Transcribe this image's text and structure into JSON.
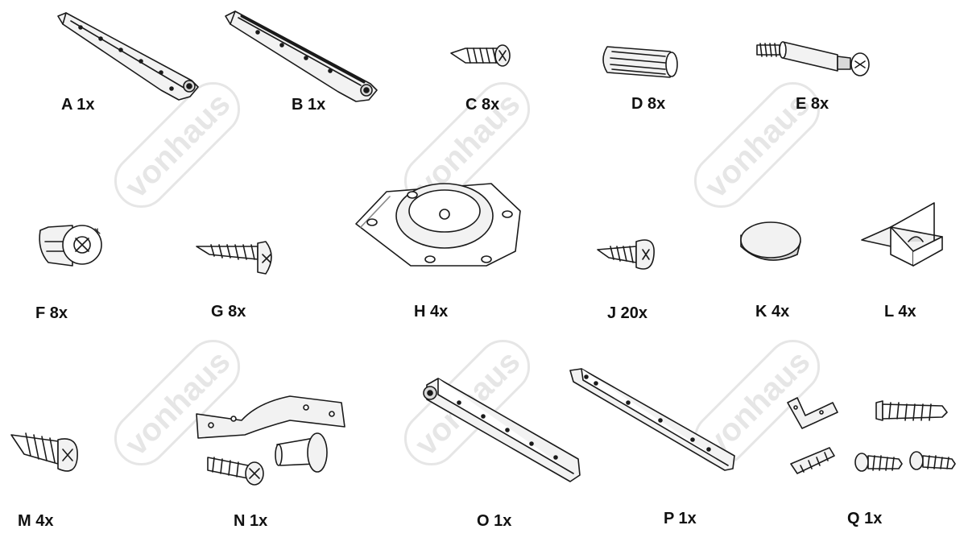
{
  "watermark": {
    "text": "vonhaus",
    "color": "#e6e6e6"
  },
  "colors": {
    "ink": "#1a1a1a",
    "label": "#111111",
    "fill_light": "#f2f2f2",
    "fill_mid": "#d9d9d9"
  },
  "parts": [
    {
      "id": "A",
      "label": "A 1x",
      "icon": "drawer-runner-left-icon"
    },
    {
      "id": "B",
      "label": "B 1x",
      "icon": "drawer-runner-right-icon"
    },
    {
      "id": "C",
      "label": "C 8x",
      "icon": "short-screw-icon"
    },
    {
      "id": "D",
      "label": "D 8x",
      "icon": "wooden-dowel-icon"
    },
    {
      "id": "E",
      "label": "E 8x",
      "icon": "cam-bolt-icon"
    },
    {
      "id": "F",
      "label": "F 8x",
      "icon": "cam-lock-icon"
    },
    {
      "id": "G",
      "label": "G 8x",
      "icon": "long-screw-icon"
    },
    {
      "id": "H",
      "label": "H 4x",
      "icon": "corner-plate-icon"
    },
    {
      "id": "J",
      "label": "J 20x",
      "icon": "pan-head-screw-icon"
    },
    {
      "id": "K",
      "label": "K 4x",
      "icon": "felt-pad-icon"
    },
    {
      "id": "L",
      "label": "L 4x",
      "icon": "corner-bracket-icon"
    },
    {
      "id": "M",
      "label": "M 4x",
      "icon": "wide-screw-icon"
    },
    {
      "id": "N",
      "label": "N 1x",
      "icon": "handle-kit-icon"
    },
    {
      "id": "O",
      "label": "O 1x",
      "icon": "cabinet-rail-left-icon"
    },
    {
      "id": "P",
      "label": "P 1x",
      "icon": "cabinet-rail-right-icon"
    },
    {
      "id": "Q",
      "label": "Q 1x",
      "icon": "wall-fixing-kit-icon"
    }
  ]
}
